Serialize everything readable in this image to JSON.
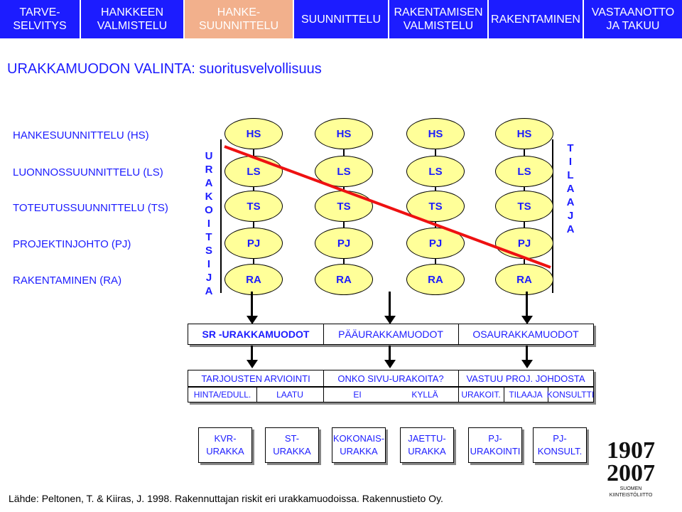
{
  "nav": {
    "tabs": [
      {
        "label": "TARVE-\nSELVITYS",
        "active": false
      },
      {
        "label": "HANKKEEN\nVALMISTELU",
        "active": false
      },
      {
        "label": "HANKE-\nSUUNNITTELU",
        "active": true
      },
      {
        "label": "SUUNNITTELU",
        "active": false
      },
      {
        "label": "RAKENTAMISEN\nVALMISTELU",
        "active": false
      },
      {
        "label": "RAKENTAMINEN",
        "active": false
      },
      {
        "label": "VASTAANOTTO\nJA TAKUU",
        "active": false
      }
    ]
  },
  "title": {
    "main": "URAKKAMUODON VALINTA:",
    "sub": " suoritusvelvollisuus"
  },
  "phases": [
    "HANKESUUNNITTELU (HS)",
    "LUONNOSSUUNNITTELU (LS)",
    "TOTEUTUSSUUNNITTELU (TS)",
    "PROJEKTINJOHTO (PJ)",
    "RAKENTAMINEN (RA)"
  ],
  "left_vertical": "URAKOITSIJA",
  "right_vertical": "TILAAJA",
  "oval_labels": [
    "HS",
    "LS",
    "TS",
    "PJ",
    "RA"
  ],
  "contract_bar": [
    "SR -URAKKAMUODOT",
    "PÄÄURAKKAMUODOT",
    "OSAURAKKAMUODOT"
  ],
  "criteria_bar": [
    "TARJOUSTEN ARVIOINTI",
    "ONKO SIVU-URAKOITA?",
    "VASTUU PROJ. JOHDOSTA"
  ],
  "option_bar": [
    "HINTA/EDULL.",
    "LAATU",
    "EI",
    "KYLLÄ",
    "URAKOIT.",
    "TILAAJA",
    "KONSULTTI"
  ],
  "result_boxes": [
    "KVR-\nURAKKA",
    "ST-\nURAKKA",
    "KOKONAIS-\nURAKKA",
    "JAETTU-\nURAKKA",
    "PJ-\nURAKOINTI",
    "PJ-\nKONSULT."
  ],
  "source": "Lähde: Peltonen, T. & Kiiras, J. 1998. Rakennuttajan riskit eri urakkamuodoissa. Rakennustieto Oy.",
  "logo": {
    "year_top": "1907",
    "year_bottom": "2007",
    "line1": "SUOMEN",
    "line2": "KIINTEISTÖLIITTO"
  },
  "colors": {
    "accent": "#1c1cff",
    "active_tab": "#f2b08c",
    "oval": "#ffff99",
    "diagonal": "#ee1111"
  }
}
